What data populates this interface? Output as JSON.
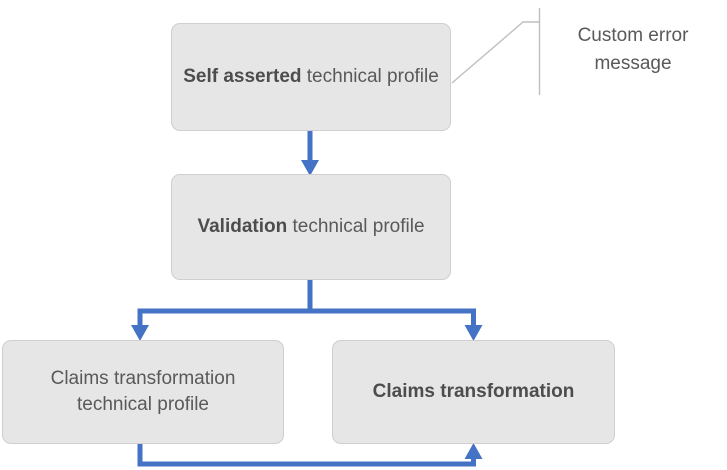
{
  "diagram": {
    "type": "flowchart",
    "background_color": "#ffffff",
    "node_fill_color": "#e7e6e6",
    "node_border_color": "#d0cece",
    "connector_color": "#4472c4",
    "callout_line_color": "#bfbfbf",
    "text_color": "#595959",
    "nodes": [
      {
        "id": "self-asserted",
        "label_bold": "Self asserted",
        "label_rest": " technical profile",
        "full_label": "Self asserted technical profile"
      },
      {
        "id": "validation",
        "label_bold": "Validation",
        "label_rest": " technical profile",
        "full_label": "Validation technical profile"
      },
      {
        "id": "claims-transformation-technical-profile",
        "label_bold": "",
        "label_rest": "Claims transformation technical profile",
        "full_label": "Claims transformation technical profile"
      },
      {
        "id": "claims-transformation",
        "label_bold": "Claims transformation",
        "label_rest": "",
        "full_label": "Claims transformation"
      }
    ],
    "annotations": [
      {
        "id": "custom-error-message",
        "text": "Custom error message",
        "points_to": "self-asserted"
      }
    ],
    "edges": [
      {
        "from": "self-asserted",
        "to": "validation",
        "style": "arrow-down"
      },
      {
        "from": "validation",
        "to": "claims-transformation-technical-profile",
        "style": "elbow-arrow-down-left"
      },
      {
        "from": "validation",
        "to": "claims-transformation",
        "style": "elbow-arrow-down-right"
      },
      {
        "from": "claims-transformation-technical-profile",
        "to": "claims-transformation",
        "style": "elbow-arrow-up"
      }
    ]
  }
}
